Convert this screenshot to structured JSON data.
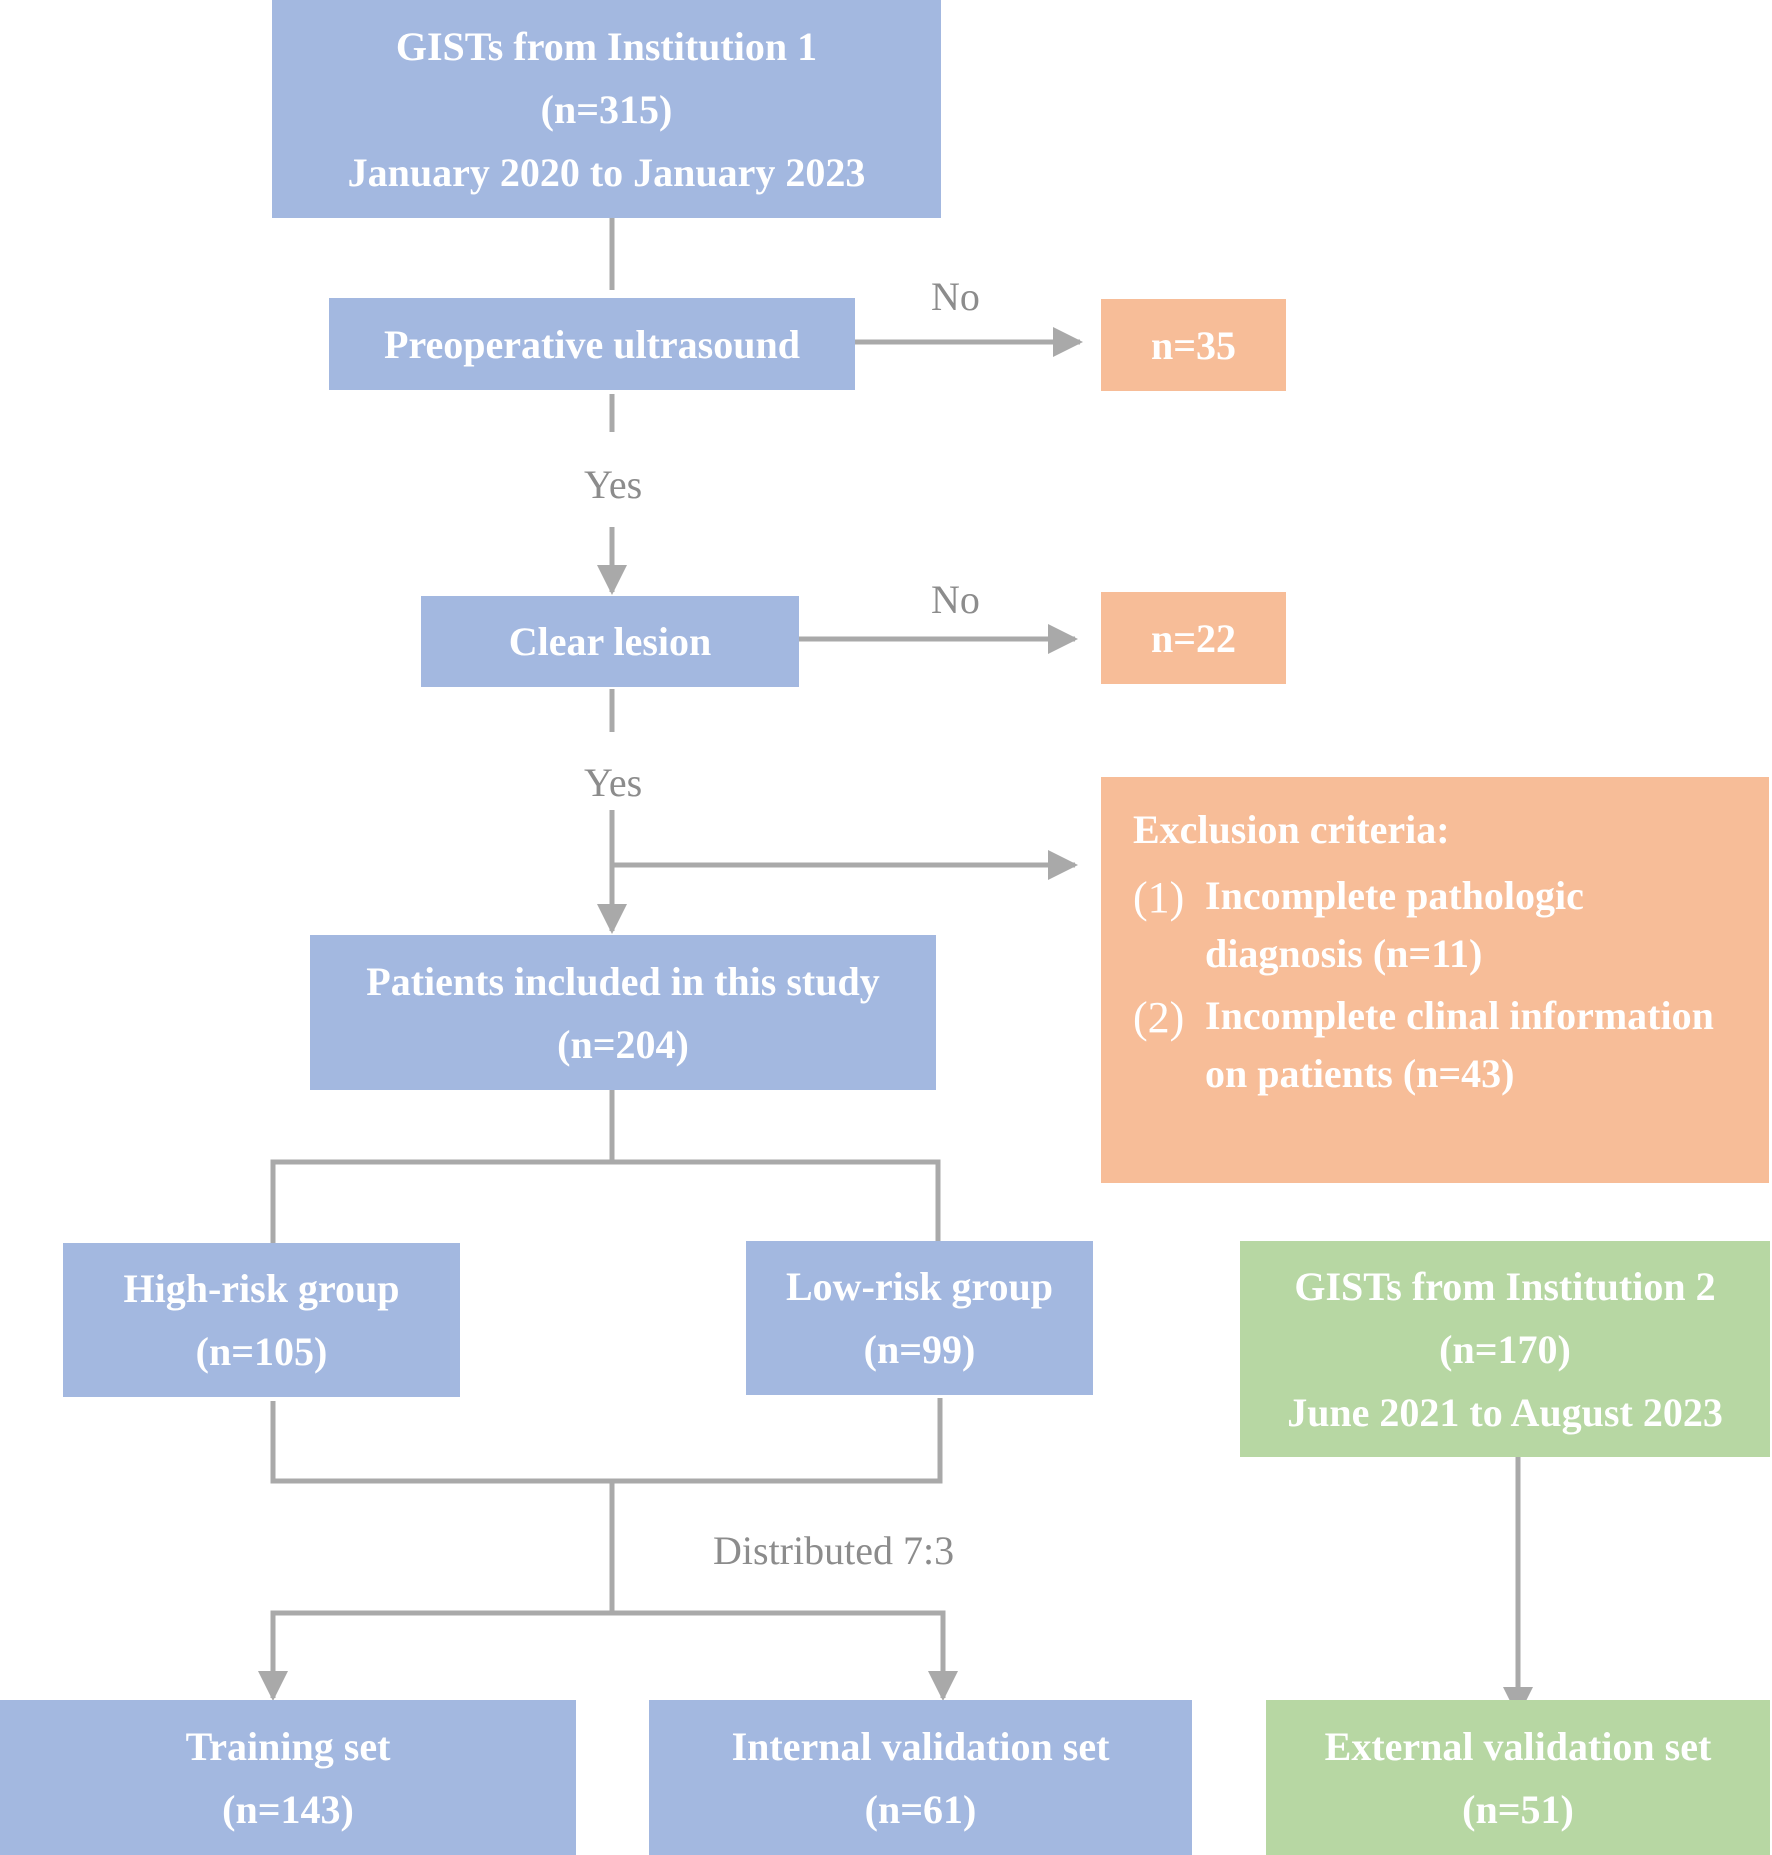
{
  "colors": {
    "blue_box": "#a3b8e0",
    "orange_box": "#f7bd98",
    "green_box": "#b7d7a3",
    "connector": "#a9a9a9",
    "label_text": "#8c8c8c"
  },
  "institution1": {
    "line1": "GISTs from Institution 1",
    "line2": "(n=315)",
    "line3": "January 2020 to January 2023"
  },
  "preop": {
    "label": "Preoperative ultrasound",
    "no_label": "No",
    "excluded": "n=35",
    "yes_label": "Yes"
  },
  "clear": {
    "label": "Clear lesion",
    "no_label": "No",
    "excluded": "n=22",
    "yes_label": "Yes"
  },
  "exclusion": {
    "title": "Exclusion criteria:",
    "items": [
      {
        "num": "(1)",
        "text": "Incomplete pathologic diagnosis (n=11)"
      },
      {
        "num": "(2)",
        "text": "Incomplete clinal information on patients (n=43)"
      }
    ]
  },
  "included": {
    "line1": "Patients included in this study",
    "line2": "(n=204)"
  },
  "high_risk": {
    "line1": "High-risk group",
    "line2": "(n=105)"
  },
  "low_risk": {
    "line1": "Low-risk group",
    "line2": "(n=99)"
  },
  "institution2": {
    "line1": "GISTs from Institution 2",
    "line2": "(n=170)",
    "line3": "June 2021 to August 2023"
  },
  "distributed": "Distributed 7:3",
  "training": {
    "line1": "Training set",
    "line2": "(n=143)"
  },
  "internal": {
    "line1": "Internal validation set",
    "line2": "(n=61)"
  },
  "external": {
    "line1": "External validation set",
    "line2": "(n=51)"
  }
}
